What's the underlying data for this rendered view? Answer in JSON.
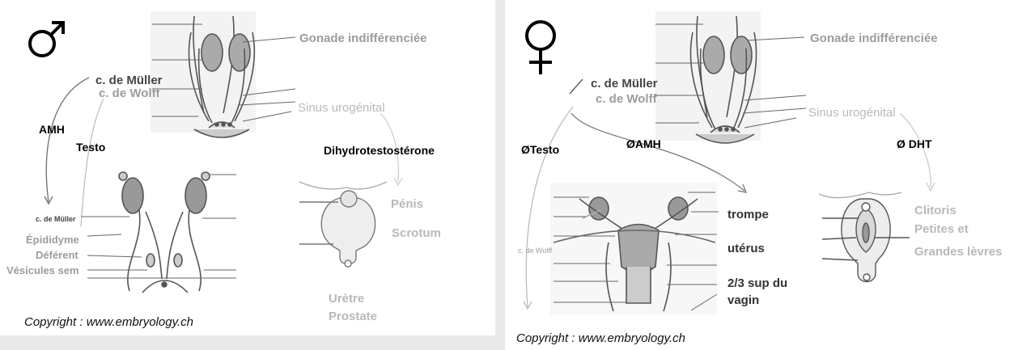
{
  "male": {
    "symbol": "♂",
    "gonade": "Gonade indifférenciée",
    "muller": "c. de Müller",
    "wolff": "c. de Wolff",
    "sinus": "Sinus urogénital",
    "amh": "AMH",
    "testo": "Testo",
    "dht": "Dihydrotestostérone",
    "muller_small": "c. de Müller",
    "epididyme": "Épididyme",
    "deferent": "Déférent",
    "vesicules": "Vésicules sem",
    "penis": "Pénis",
    "scrotum": "Scrotum",
    "uretre": "Urètre",
    "prostate": "Prostate",
    "copyright": "Copyright : www.embryology.ch"
  },
  "female": {
    "symbol": "♀",
    "gonade": "Gonade indifférenciée",
    "muller": "c. de Müller",
    "wolff": "c. de Wolff",
    "sinus": "Sinus urogénital",
    "no_testo": "ØTesto",
    "no_amh": "ØAMH",
    "no_dht": "Ø DHT",
    "wolff_small": "c. de Wolff",
    "trompe": "trompe",
    "uterus": "utérus",
    "vagin_1": "2/3 sup du",
    "vagin_2": "vagin",
    "clitoris": "Clitoris",
    "petites": "Petites et",
    "grandes": "Grandes lèvres",
    "copyright": "Copyright : www.embryology.ch"
  }
}
